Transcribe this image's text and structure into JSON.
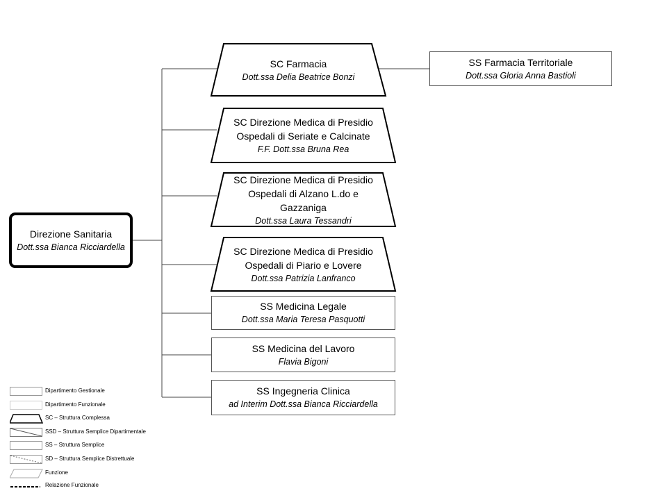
{
  "root": {
    "title": "Direzione Sanitaria",
    "person": "Dott.ssa Bianca Ricciardella"
  },
  "units": [
    {
      "lines": [
        "SC Farmacia"
      ],
      "person": "Dott.ssa Delia Beatrice Bonzi"
    },
    {
      "lines": [
        "SC Direzione Medica di Presidio",
        "Ospedali di Seriate e Calcinate"
      ],
      "person": "F.F. Dott.ssa Bruna Rea"
    },
    {
      "lines": [
        "SC Direzione Medica di Presidio",
        "Ospedali di Alzano L.do e",
        "Gazzaniga"
      ],
      "person": "Dott.ssa Laura Tessandri"
    },
    {
      "lines": [
        "SC Direzione Medica di Presidio",
        "Ospedali di Piario e Lovere"
      ],
      "person": "Dott.ssa Patrizia Lanfranco"
    },
    {
      "lines": [
        "SS Medicina Legale"
      ],
      "person": "Dott.ssa Maria Teresa Pasquotti"
    },
    {
      "lines": [
        "SS Medicina del Lavoro"
      ],
      "person": "Flavia Bigoni"
    },
    {
      "lines": [
        "SS Ingegneria Clinica"
      ],
      "person": "ad Interim Dott.ssa Bianca Ricciardella"
    }
  ],
  "sub_unit": {
    "title": "SS Farmacia Territoriale",
    "person": "Dott.ssa Gloria Anna Bastioli"
  },
  "legend": [
    "Dipartimento Gestionale",
    "Dipartimento Funzionale",
    "SC – Struttura Complessa",
    "SSD – Struttura Semplice Dipartimentale",
    "SS – Struttura Semplice",
    "SD – Struttura Semplice Distrettuale",
    "Funzione",
    "Relazione Funzionale"
  ]
}
